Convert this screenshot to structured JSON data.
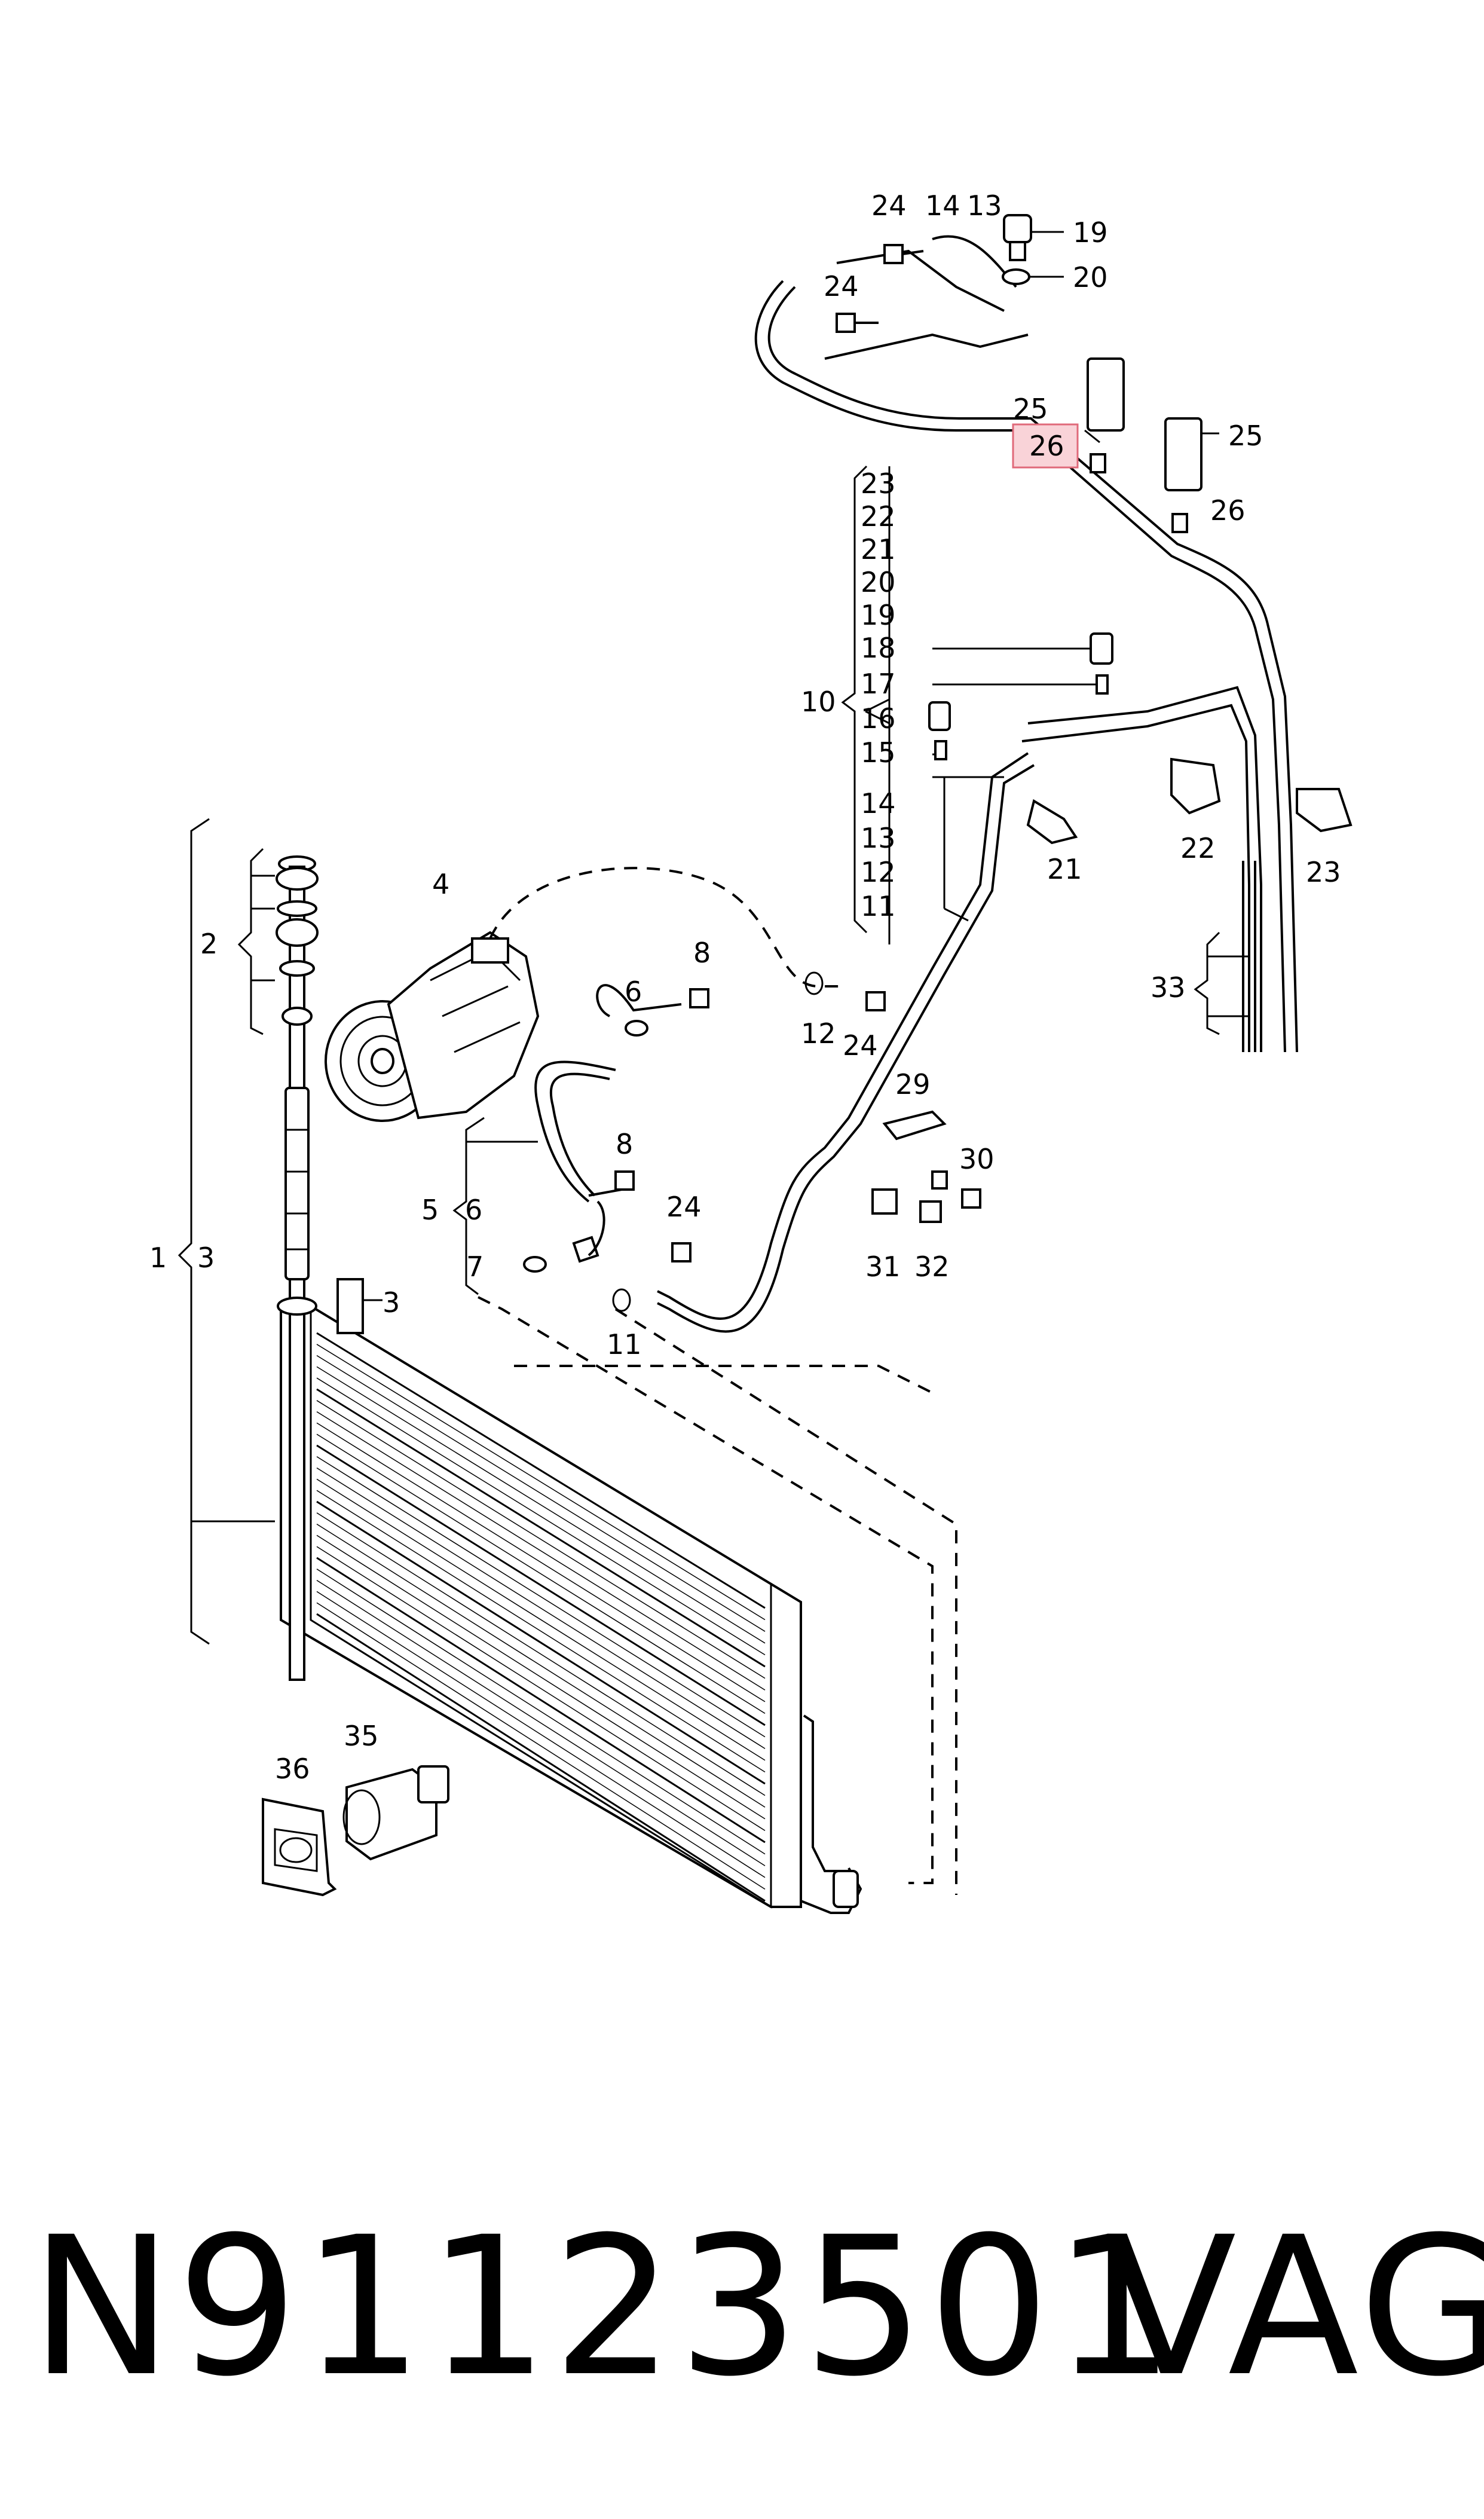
{
  "callouts": [
    {
      "id": "c24a",
      "text": "24"
    },
    {
      "id": "c14a",
      "text": "14"
    },
    {
      "id": "c13a",
      "text": "13"
    },
    {
      "id": "c19",
      "text": "19"
    },
    {
      "id": "c20",
      "text": "20"
    },
    {
      "id": "c24b",
      "text": "24"
    },
    {
      "id": "c25a",
      "text": "25"
    },
    {
      "id": "c26a",
      "text": "26",
      "highlighted": true
    },
    {
      "id": "c25b",
      "text": "25"
    },
    {
      "id": "c26b",
      "text": "26"
    },
    {
      "id": "c23",
      "text": "23"
    },
    {
      "id": "c22",
      "text": "22"
    },
    {
      "id": "c21",
      "text": "21"
    },
    {
      "id": "c20b",
      "text": "20"
    },
    {
      "id": "c19b",
      "text": "19"
    },
    {
      "id": "c18",
      "text": "18"
    },
    {
      "id": "c17",
      "text": "17"
    },
    {
      "id": "c16",
      "text": "16"
    },
    {
      "id": "c15",
      "text": "15"
    },
    {
      "id": "c14b",
      "text": "14"
    },
    {
      "id": "c13b",
      "text": "13"
    },
    {
      "id": "c12b",
      "text": "12"
    },
    {
      "id": "c11b",
      "text": "11"
    },
    {
      "id": "c10",
      "text": "10"
    },
    {
      "id": "c22b",
      "text": "22"
    },
    {
      "id": "c21b",
      "text": "21"
    },
    {
      "id": "c23b",
      "text": "23"
    },
    {
      "id": "c33",
      "text": "33"
    },
    {
      "id": "c4",
      "text": "4"
    },
    {
      "id": "c2",
      "text": "2"
    },
    {
      "id": "c8a",
      "text": "8"
    },
    {
      "id": "c6a",
      "text": "6"
    },
    {
      "id": "c12a",
      "text": "12"
    },
    {
      "id": "c24c",
      "text": "24"
    },
    {
      "id": "c29",
      "text": "29"
    },
    {
      "id": "c30",
      "text": "30"
    },
    {
      "id": "c31",
      "text": "31"
    },
    {
      "id": "c32",
      "text": "32"
    },
    {
      "id": "c8b",
      "text": "8"
    },
    {
      "id": "c5",
      "text": "5"
    },
    {
      "id": "c6b",
      "text": "6"
    },
    {
      "id": "c7",
      "text": "7"
    },
    {
      "id": "c24d",
      "text": "24"
    },
    {
      "id": "c11a",
      "text": "11"
    },
    {
      "id": "c1",
      "text": "1"
    },
    {
      "id": "c3a",
      "text": "3"
    },
    {
      "id": "c3b",
      "text": "3"
    },
    {
      "id": "c36",
      "text": "36"
    },
    {
      "id": "c35",
      "text": "35"
    }
  ],
  "footer": {
    "part_number": "N91123501",
    "brand": "VAG"
  },
  "colors": {
    "line": "#000000",
    "highlight_fill": "#f9d3d8",
    "highlight_stroke": "#e06a7a"
  }
}
